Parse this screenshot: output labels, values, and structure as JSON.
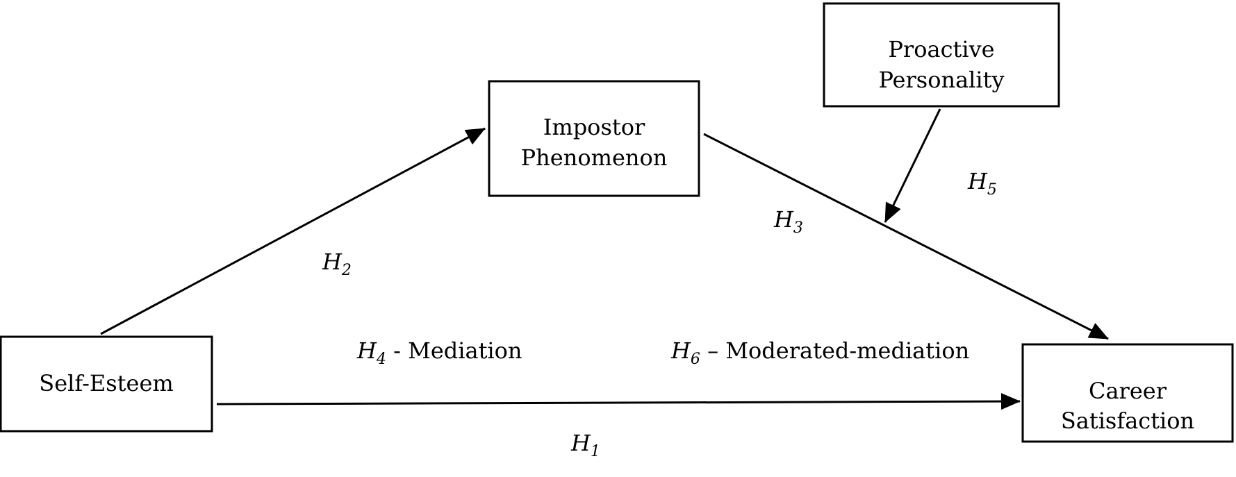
{
  "nodes": {
    "self_esteem": {
      "lines": [
        "Self-Esteem"
      ]
    },
    "impostor": {
      "lines": [
        "Impostor",
        "Phenomenon"
      ]
    },
    "proactive": {
      "lines": [
        "Proactive",
        "Personality"
      ]
    },
    "career": {
      "lines": [
        "Career",
        "Satisfaction"
      ]
    }
  },
  "hypotheses": {
    "h1": {
      "base": "H",
      "sub": "1"
    },
    "h2": {
      "base": "H",
      "sub": "2"
    },
    "h3": {
      "base": "H",
      "sub": "3"
    },
    "h5": {
      "base": "H",
      "sub": "5"
    },
    "h4": {
      "base": "H",
      "sub": "4",
      "suffix": " - Mediation"
    },
    "h6": {
      "base": "H",
      "sub": "6",
      "suffix": " – Moderated-mediation"
    }
  }
}
